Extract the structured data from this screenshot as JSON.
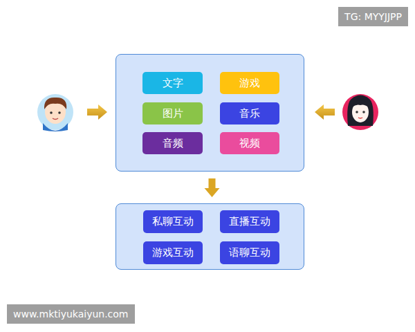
{
  "diagram": {
    "nodes": [
      {
        "text": []
      },
      {
        "text": [
          "文字"
        ],
        "in": 0
      },
      {
        "text": [
          "游戏"
        ],
        "in": 0
      },
      {
        "text": [
          "图片"
        ],
        "in": 0
      },
      {
        "text": [
          "音乐"
        ],
        "in": 0
      },
      {
        "text": [
          "音频"
        ],
        "in": 0
      },
      {
        "text": [
          "视频"
        ],
        "in": 0
      },
      {
        "text": []
      },
      {
        "text": [
          "私聊互动"
        ],
        "in": 7
      },
      {
        "text": [
          "直播互动"
        ],
        "in": 7
      },
      {
        "text": [
          "游戏互动"
        ],
        "in": 7
      },
      {
        "text": [
          "语聊互动"
        ],
        "in": 7
      }
    ],
    "edges": [
      {
        "from": 0,
        "to": 7,
        "arrow": "to"
      }
    ],
    "labels": [
      "TG: MYYJJPP",
      "www.mktiyukaiyun.com"
    ]
  }
}
